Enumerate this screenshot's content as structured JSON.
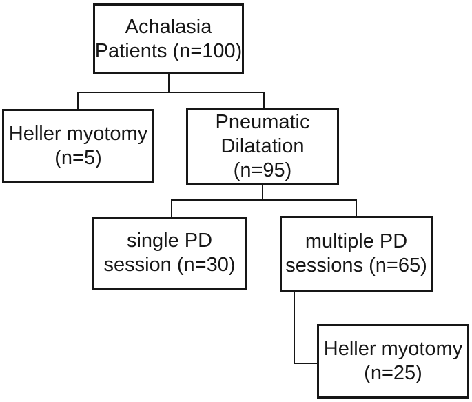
{
  "colors": {
    "line": "#161616",
    "background": "#ffffff",
    "text": "#161616"
  },
  "nodes": {
    "achalasia_patients": {
      "lines": [
        "Achalasia",
        "Patients (n=100)"
      ]
    },
    "heller_myotomy_5": {
      "lines": [
        "Heller myotomy",
        "(n=5)"
      ]
    },
    "pneumatic_dilatation": {
      "lines": [
        "Pneumatic",
        "Dilatation",
        "(n=95)"
      ]
    },
    "single_pd_session": {
      "lines": [
        "single PD",
        "session (n=30)"
      ]
    },
    "multiple_pd_sessions": {
      "lines": [
        "multiple PD",
        "sessions (n=65)"
      ]
    },
    "heller_myotomy_25": {
      "lines": [
        "Heller myotomy",
        "(n=25)"
      ]
    }
  },
  "edges": [
    {
      "from": "achalasia_patients",
      "to": "heller_myotomy_5"
    },
    {
      "from": "achalasia_patients",
      "to": "pneumatic_dilatation"
    },
    {
      "from": "pneumatic_dilatation",
      "to": "single_pd_session"
    },
    {
      "from": "pneumatic_dilatation",
      "to": "multiple_pd_sessions"
    },
    {
      "from": "multiple_pd_sessions",
      "to": "heller_myotomy_25"
    }
  ]
}
